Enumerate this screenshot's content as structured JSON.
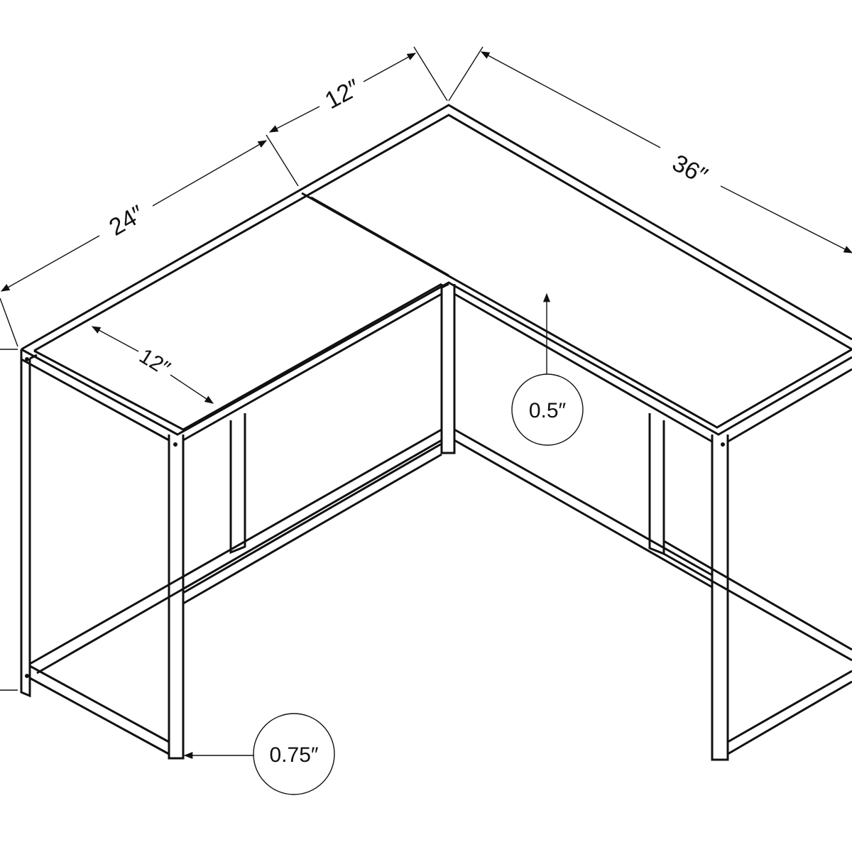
{
  "title": "L-shaped desk dimension diagram",
  "dimensions": {
    "left_wing_length": "24″",
    "top_section": "12″",
    "right_wing_length": "36″",
    "wing_depth": "12″",
    "top_thickness": "0.5″",
    "leg_thickness": "0.75″"
  },
  "colors": {
    "line": "#111111",
    "background": "#ffffff"
  }
}
